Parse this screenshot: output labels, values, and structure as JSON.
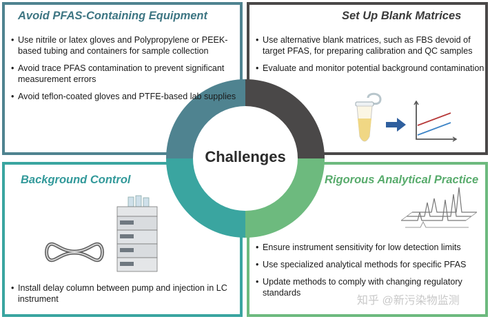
{
  "center": {
    "label": "Challenges"
  },
  "panels": {
    "equipment": {
      "title": "Avoid PFAS-Containing Equipment",
      "bullets": [
        "Use nitrile or latex gloves and Polypropylene or PEEK-based tubing and containers for sample collection",
        "Avoid trace PFAS contamination to prevent significant measurement errors",
        "Avoid teflon-coated gloves and PTFE-based lab supplies"
      ]
    },
    "blank": {
      "title": "Set Up Blank Matrices",
      "bullets": [
        "Use alternative blank matrices, such as FBS devoid of target PFAS, for preparing calibration and QC samples",
        "Evaluate and monitor potential background contamination"
      ]
    },
    "background": {
      "title": "Background Control",
      "bullets": [
        "Install delay column between pump and injection in LC instrument"
      ]
    },
    "rigorous": {
      "title": "Rigorous Analytical Practice",
      "bullets": [
        "Ensure instrument sensitivity for low detection limits",
        "Use specialized analytical methods for specific PFAS",
        "Update methods to comply with changing regulatory standards"
      ]
    }
  },
  "watermark": "知乎 @新污染物监测",
  "colors": {
    "equipment": "#4f8390",
    "blank": "#4a4848",
    "background": "#3aa5a0",
    "rigorous": "#6dba7e"
  },
  "icons": {
    "blank": [
      "tube-icon",
      "arrow-right-icon",
      "calibration-chart-icon"
    ],
    "background": [
      "delay-column-icon",
      "lc-instrument-icon"
    ],
    "rigorous": [
      "chromatogram-3d-icon"
    ]
  }
}
